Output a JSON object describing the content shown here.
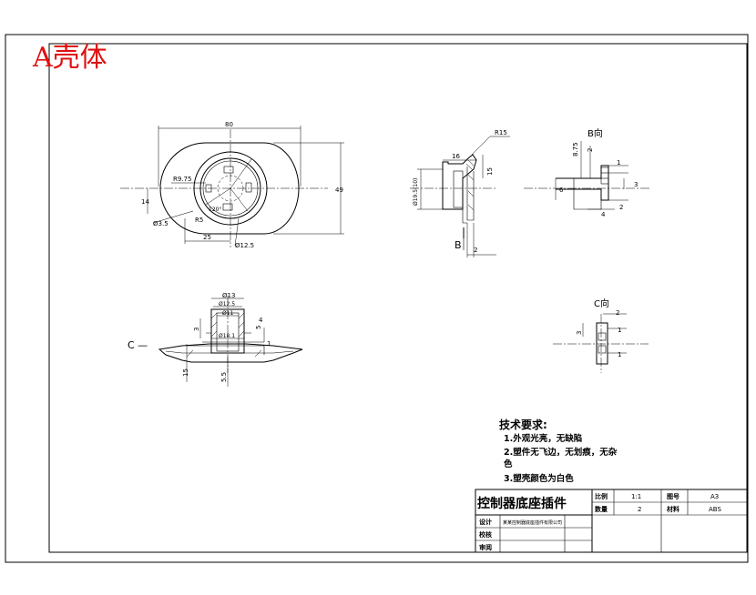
{
  "drawing_title_label": "A壳体",
  "views": {
    "top": {
      "dims": {
        "width": "80",
        "height": "49",
        "left_offset": "14",
        "center_offset": "25",
        "r_inner": "R9.75",
        "r_outer": "R5",
        "phi_small": "Ø3.5",
        "phi_center": "Ø12.5",
        "angle": "120°"
      }
    },
    "side": {
      "dims": {
        "radius": "R15",
        "depth": "16",
        "height": "15",
        "diameter": "Ø19.5(10)",
        "thickness": "2"
      },
      "section_label": "B"
    },
    "detail_b": {
      "title": "B向",
      "dims": {
        "a": "8.75",
        "b": "2",
        "c": "1",
        "d": "3",
        "e": "6",
        "f": "2",
        "g": "4"
      }
    },
    "section_c": {
      "label": "C —",
      "dims": {
        "d1": "Ø13",
        "d2": "Ø12.5",
        "d3": "Ø11",
        "d4": "Ø18.1",
        "h1": "15",
        "h2": "5.5",
        "h3": "3",
        "h4": "5",
        "h5": "4",
        "h6": "1"
      }
    },
    "detail_c": {
      "title": "C向",
      "dims": {
        "a": "2",
        "b": "3",
        "c": "1",
        "d": "1"
      }
    }
  },
  "notes": {
    "heading": "技术要求:",
    "items": [
      "1.外观光亮，无缺陷",
      "2.塑件无飞边，无划痕，无杂",
      "色",
      "3.塑壳颜色为白色"
    ]
  },
  "title_block": {
    "part_name": "控制器底座插件",
    "scale_label": "比例",
    "scale_value": "1:1",
    "sheet_label": "图号",
    "sheet_value": "A3",
    "qty_label": "数量",
    "qty_value": "2",
    "material_label": "材料",
    "material_value": "ABS",
    "designer_label": "设计",
    "designer_value": "某某控制器底座插件有限公司",
    "checker_label": "校核",
    "approver_label": "审阅"
  }
}
